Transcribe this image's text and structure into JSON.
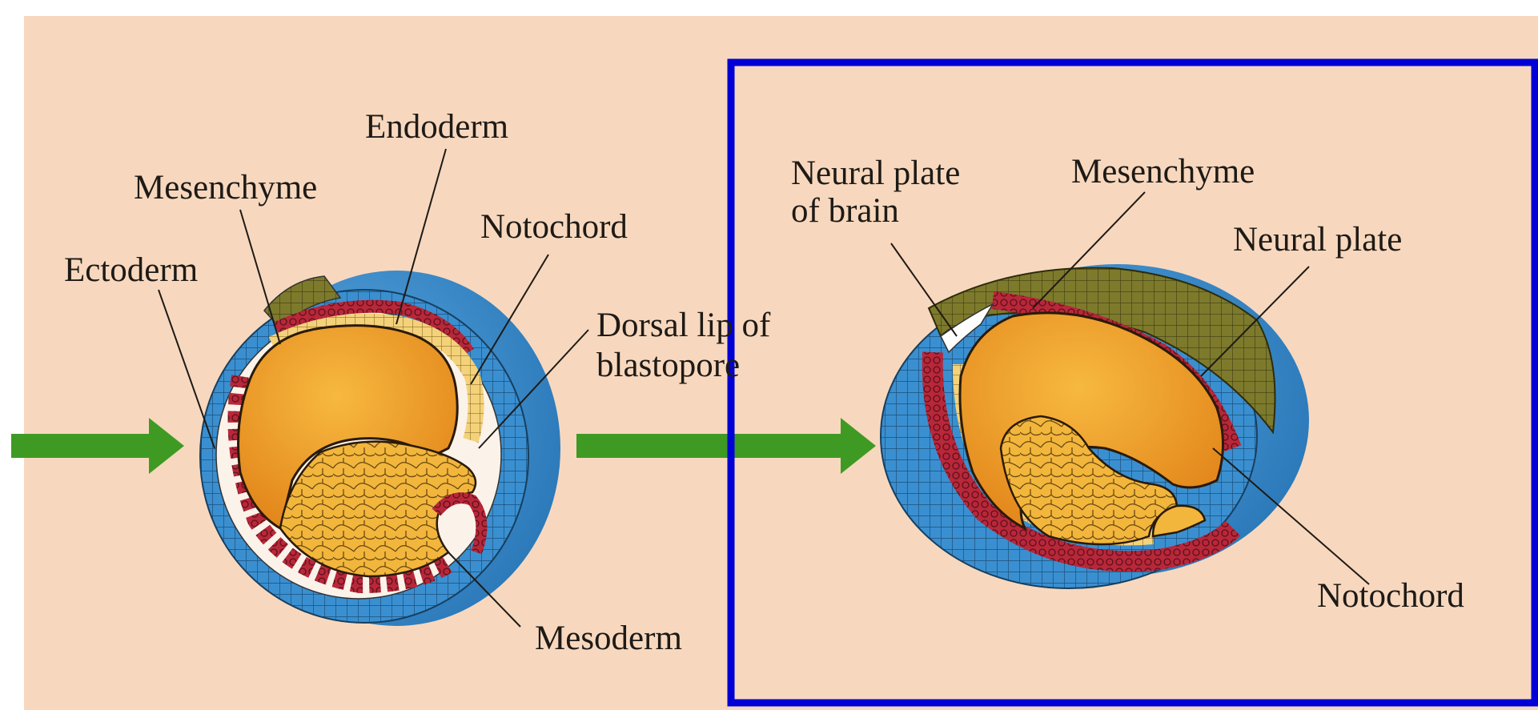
{
  "figure": {
    "colors": {
      "background": "#f7d8be",
      "frame": "#0000d6",
      "arrow": "#3f9a24",
      "ectoderm": "#3a8fd0",
      "mesoderm": "#b8273a",
      "endoderm_cavity": "#ef9f1e",
      "yolk": "#f2b63c",
      "neural_plate": "#7d7a2c",
      "label_text": "#1e1a16"
    },
    "left_embryo": {
      "labels": {
        "endoderm": "Endoderm",
        "mesenchyme": "Mesenchyme",
        "notochord": "Notochord",
        "ectoderm": "Ectoderm",
        "dorsal_lip": "Dorsal lip of\nblastopore",
        "mesoderm": "Mesoderm"
      }
    },
    "right_embryo": {
      "labels": {
        "neural_plate_brain": "Neural plate\nof brain",
        "mesenchyme": "Mesenchyme",
        "neural_plate": "Neural plate",
        "notochord": "Notochord"
      }
    }
  }
}
